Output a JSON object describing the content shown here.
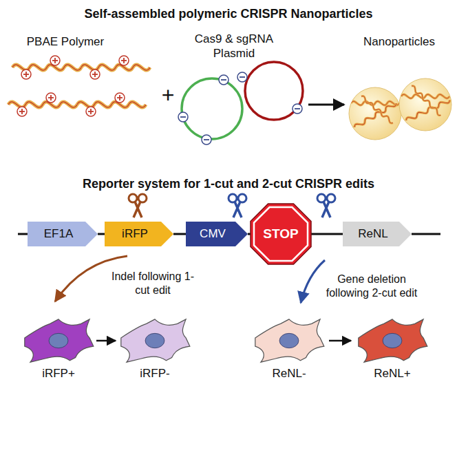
{
  "diagram": {
    "title": "Self-assembled polymeric CRISPR Nanoparticles",
    "nodes": [
      {
        "text": [
          "EF1A"
        ]
      },
      {
        "text": [
          "iRFP"
        ]
      },
      {
        "text": [
          "CMV"
        ]
      },
      {
        "text": [
          "STOP"
        ]
      },
      {
        "text": [
          "ReNL"
        ]
      }
    ],
    "edges": [
      {
        "from": 0,
        "to": 1,
        "arrow": "none"
      },
      {
        "from": 1,
        "to": 2,
        "arrow": "none"
      },
      {
        "from": 2,
        "to": 3,
        "arrow": "none"
      },
      {
        "from": 3,
        "to": 4,
        "arrow": "none"
      }
    ],
    "labels": [
      "PBAE Polymer",
      "+",
      "Cas9 & sgRNA Plasmid",
      "Nanoparticles",
      "Reporter system for 1-cut and 2-cut CRISPR edits",
      "Indel following 1-cut edit",
      "Gene deletion following 2-cut edit",
      "iRFP+",
      "iRFP-",
      "ReNL-",
      "ReNL+"
    ]
  }
}
